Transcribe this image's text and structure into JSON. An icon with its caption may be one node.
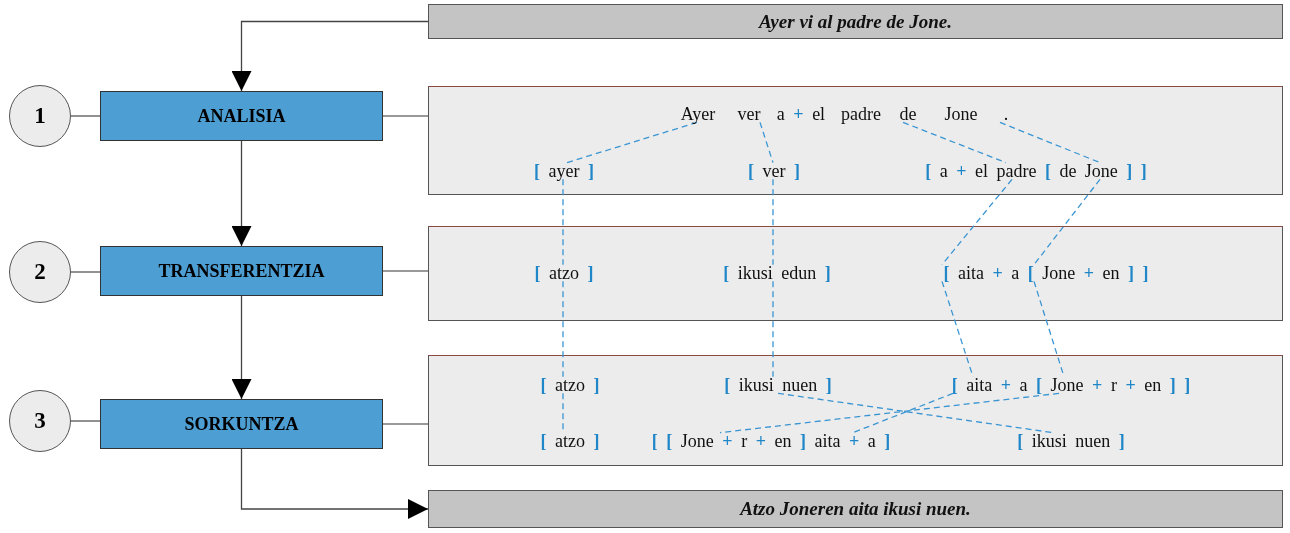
{
  "diagram": {
    "nodes": [
      {
        "text": [
          "Ayer vi al padre de Jone."
        ]
      },
      {
        "text": [
          "1"
        ]
      },
      {
        "text": [
          "ANALISIA"
        ]
      },
      {
        "text": [],
        "shape": "box"
      },
      {
        "text": [
          "Ayer"
        ],
        "in": 3
      },
      {
        "text": [
          "ver"
        ],
        "in": 3
      },
      {
        "text": [
          "a + el"
        ],
        "in": 3
      },
      {
        "text": [
          "padre"
        ],
        "in": 3
      },
      {
        "text": [
          "de"
        ],
        "in": 3
      },
      {
        "text": [
          "Jone"
        ],
        "in": 3
      },
      {
        "text": [
          "."
        ],
        "in": 3
      },
      {
        "text": [
          "[ ayer ]"
        ],
        "in": 3
      },
      {
        "text": [
          "[ ver ]"
        ],
        "in": 3
      },
      {
        "text": [
          "[ a + el padre [ de Jone ] ]"
        ],
        "in": 3
      },
      {
        "text": [
          "2"
        ]
      },
      {
        "text": [
          "TRANSFERENTZIA"
        ]
      },
      {
        "text": [],
        "shape": "box"
      },
      {
        "text": [
          "[ atzo ]"
        ],
        "in": 16
      },
      {
        "text": [
          "[ ikusi edun ]"
        ],
        "in": 16
      },
      {
        "text": [
          "[ aita + a [ Jone + en ] ]"
        ],
        "in": 16
      },
      {
        "text": [
          "3"
        ]
      },
      {
        "text": [
          "SORKUNTZA"
        ]
      },
      {
        "text": [],
        "shape": "box"
      },
      {
        "text": [
          "[ atzo ]"
        ],
        "in": 22
      },
      {
        "text": [
          "[ ikusi nuen ]"
        ],
        "in": 22
      },
      {
        "text": [
          "[ aita + a [ Jone + r + en ] ]"
        ],
        "in": 22
      },
      {
        "text": [
          "[ atzo ]"
        ],
        "in": 22
      },
      {
        "text": [
          "[ [ Jone + r + en ] aita + a ]"
        ],
        "in": 22
      },
      {
        "text": [
          "[ ikusi nuen ]"
        ],
        "in": 22
      },
      {
        "text": [
          "Atzo Joneren aita ikusi nuen."
        ]
      }
    ],
    "edges": [
      {
        "from": 0,
        "to": 2,
        "arrow": "to",
        "color": "#444444"
      },
      {
        "from": 1,
        "to": 2,
        "arrow": "none",
        "color": "#555555"
      },
      {
        "from": 2,
        "to": 3,
        "arrow": "none",
        "color": "#777777"
      },
      {
        "from": 2,
        "to": 15,
        "arrow": "to",
        "color": "#444444"
      },
      {
        "from": 14,
        "to": 15,
        "arrow": "none",
        "color": "#555555"
      },
      {
        "from": 15,
        "to": 16,
        "arrow": "none",
        "color": "#777777"
      },
      {
        "from": 15,
        "to": 21,
        "arrow": "to",
        "color": "#444444"
      },
      {
        "from": 20,
        "to": 21,
        "arrow": "none",
        "color": "#555555"
      },
      {
        "from": 21,
        "to": 22,
        "arrow": "none",
        "color": "#777777"
      },
      {
        "from": 21,
        "to": 29,
        "arrow": "to",
        "color": "#444444"
      },
      {
        "from": 4,
        "to": 11,
        "arrow": "none",
        "style": "dashed"
      },
      {
        "from": 5,
        "to": 12,
        "arrow": "none",
        "style": "dashed"
      },
      {
        "from": 7,
        "to": 13,
        "arrow": "none",
        "style": "dashed"
      },
      {
        "from": 9,
        "to": 13,
        "arrow": "none",
        "style": "dashed"
      },
      {
        "from": 11,
        "to": 17,
        "arrow": "none",
        "style": "dashed"
      },
      {
        "from": 12,
        "to": 18,
        "arrow": "none",
        "style": "dashed"
      },
      {
        "from": 13,
        "to": 19,
        "arrow": "none",
        "style": "dashed"
      },
      {
        "from": 13,
        "to": 19,
        "arrow": "none",
        "style": "dashed"
      },
      {
        "from": 17,
        "to": 23,
        "arrow": "none",
        "style": "dashed"
      },
      {
        "from": 18,
        "to": 24,
        "arrow": "none",
        "style": "dashed"
      },
      {
        "from": 19,
        "to": 25,
        "arrow": "none",
        "style": "dashed"
      },
      {
        "from": 19,
        "to": 25,
        "arrow": "none",
        "style": "dashed"
      },
      {
        "from": 23,
        "to": 26,
        "arrow": "none",
        "style": "dashed"
      },
      {
        "from": 24,
        "to": 28,
        "arrow": "none",
        "style": "dashed"
      },
      {
        "from": 25,
        "to": 27,
        "arrow": "none",
        "style": "dashed"
      },
      {
        "from": 25,
        "to": 27,
        "arrow": "none",
        "style": "dashed"
      }
    ]
  }
}
